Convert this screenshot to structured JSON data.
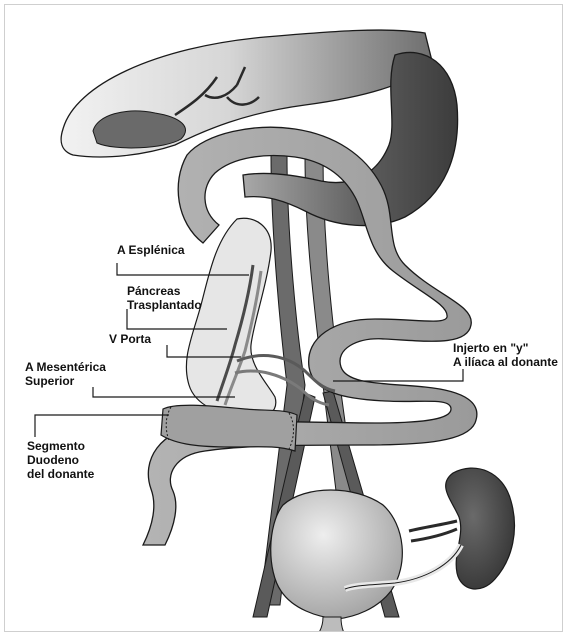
{
  "labels": {
    "splenic_artery": "A Esplénica",
    "pancreas_line1": "Páncreas",
    "pancreas_line2": "Trasplantado",
    "portal_vein": "V Porta",
    "sma_line1": "A Mesentérica",
    "sma_line2": "Superior",
    "duodenum_line1": "Segmento",
    "duodenum_line2": "Duodeno",
    "duodenum_line3": "del donante",
    "graft_line1": "Injerto en \"y\"",
    "graft_line2": "A ilíaca al donante"
  },
  "colors": {
    "dark_organ": "#4d4d4d",
    "mid_gray": "#8a8a8a",
    "light_organ": "#bdbdbd",
    "pancreas": "#e6e6e6",
    "outline": "#1a1a1a"
  }
}
